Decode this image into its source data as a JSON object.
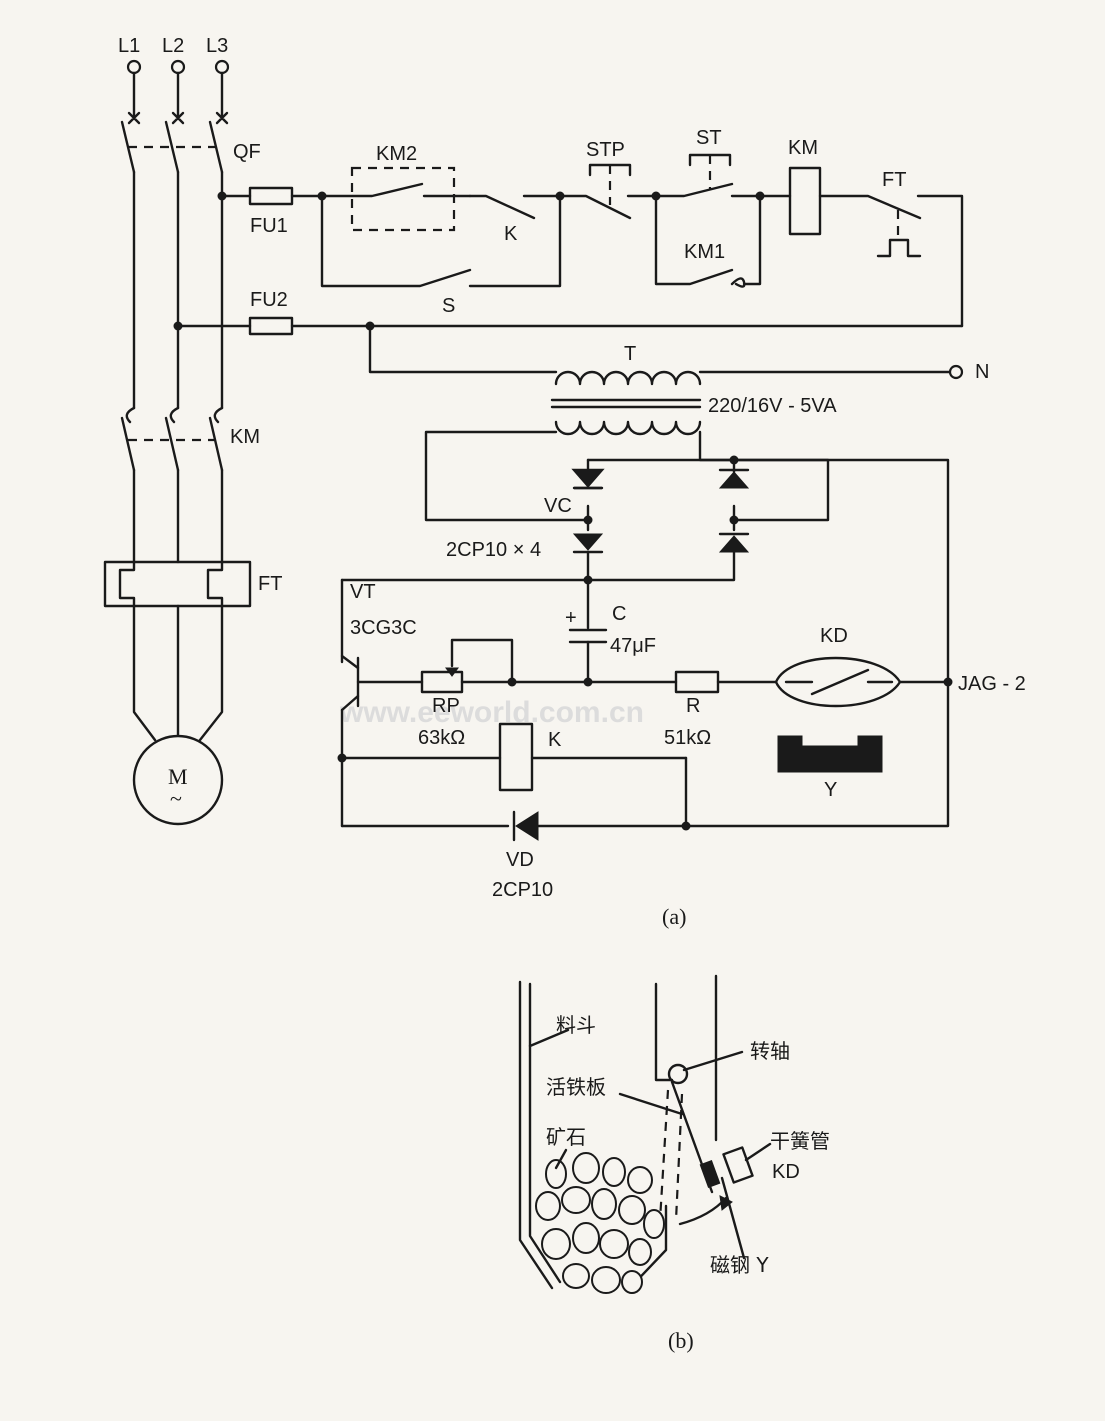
{
  "watermark": "www.eeworld.com.cn",
  "figure_a": {
    "caption": "(a)",
    "phases": [
      "L1",
      "L2",
      "L3"
    ],
    "breaker": "QF",
    "fuse1": "FU1",
    "fuse2": "FU2",
    "contactor_km2": "KM2",
    "relay_contact_k": "K",
    "switch_s": "S",
    "stop_button": "STP",
    "start_button": "ST",
    "aux_contact": "KM1",
    "coil_km": "KM",
    "thermal_contact": "FT",
    "main_contactor": "KM",
    "thermal_relay": "FT",
    "motor": "M",
    "motor_symbol": "~",
    "transformer": "T",
    "neutral": "N",
    "transformer_rating": "220/16V - 5VA",
    "rectifier": "VC",
    "rectifier_diodes": "2CP10 × 4",
    "transistor": "VT",
    "transistor_model": "3CG3C",
    "capacitor": "C",
    "capacitor_value": "47μF",
    "capacitor_polarity": "+",
    "potentiometer": "RP",
    "potentiometer_value": "63kΩ",
    "resistor": "R",
    "resistor_value": "51kΩ",
    "reed_switch": "KD",
    "reed_model": "JAG - 2",
    "relay_coil": "K",
    "magnet": "Y",
    "diode": "VD",
    "diode_model": "2CP10"
  },
  "figure_b": {
    "caption": "(b)",
    "hopper": "料斗",
    "pivot": "转轴",
    "flap": "活铁板",
    "ore": "矿石",
    "reed_tube": "干簧管",
    "reed_tag": "KD",
    "magnet": "磁钢 Y"
  }
}
